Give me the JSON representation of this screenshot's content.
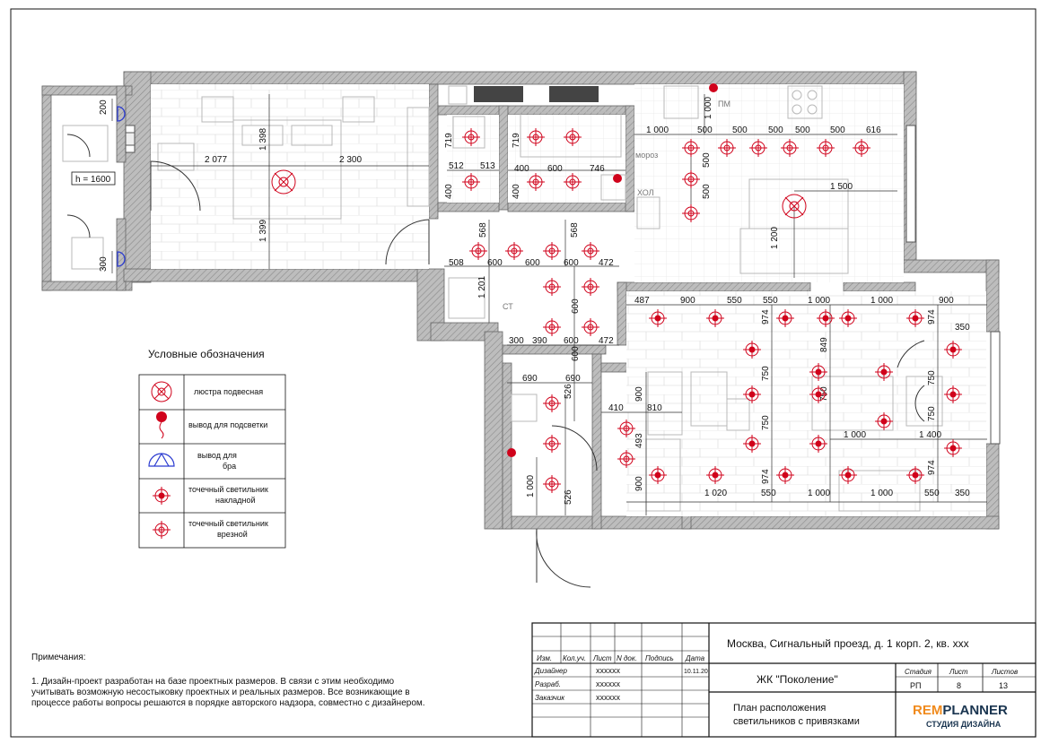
{
  "door_label": "h = 1600",
  "dims": {
    "d200": "200",
    "d300": "300",
    "d1398": "1 398",
    "d1399": "1 399",
    "d2077": "2 077",
    "d2300": "2 300",
    "d719a": "719",
    "d719b": "719",
    "d400a": "400",
    "d400b": "400",
    "d400c": "400",
    "d512": "512",
    "d513": "513",
    "d600a": "600",
    "d746": "746",
    "d1000top": "1 000",
    "d1000h": "1 000",
    "d500a": "500",
    "d500b": "500",
    "d500c": "500",
    "d500d": "500",
    "d500e": "500",
    "d616": "616",
    "d500v1": "500",
    "d500v2": "500",
    "d1500": "1 500",
    "d1200": "1 200",
    "d568a": "568",
    "d568b": "568",
    "d508": "508",
    "d600b": "600",
    "d600c": "600",
    "d600d": "600",
    "d472a": "472",
    "d1201": "1 201",
    "d300b": "300",
    "d390": "390",
    "d600e": "600",
    "d472b": "472",
    "d600v1": "600",
    "d600v2": "600",
    "d487": "487",
    "d900a": "900",
    "d550a": "550",
    "d550b": "550",
    "d1000a": "1 000",
    "d1000b": "1 000",
    "d900b": "900",
    "d974a": "974",
    "d974b": "974",
    "d849": "849",
    "d350a": "350",
    "d750a": "750",
    "d750b": "750",
    "d750c": "750",
    "d750d": "750",
    "d750e": "750",
    "d1000c": "1 000",
    "d1400": "1 400",
    "d974c": "974",
    "d974d": "974",
    "d1020": "1 020",
    "d550c": "550",
    "d1000d": "1 000",
    "d1000e": "1 000",
    "d550d": "550",
    "d350b": "350",
    "d690a": "690",
    "d690b": "690",
    "d526a": "526",
    "d526b": "526",
    "d1000v": "1 000",
    "d410": "410",
    "d810": "810",
    "d900c": "900",
    "d900d": "900",
    "d493": "493"
  },
  "labels": {
    "pm": "ПМ",
    "moroz": "мороз",
    "hol": "ХОЛ",
    "st": "СТ"
  },
  "legend": {
    "title": "Условные обозначения",
    "items": [
      {
        "icon": "pendant-chandelier-icon",
        "label": "люстра подвесная"
      },
      {
        "icon": "light-outlet-icon",
        "label": "вывод для подсветки"
      },
      {
        "icon": "wall-sconce-outlet-icon",
        "label": "вывод для\nбра"
      },
      {
        "icon": "surface-spotlight-icon",
        "label": "точечный светильник\nнакладной"
      },
      {
        "icon": "recessed-spotlight-icon",
        "label": "точечный светильник\nврезной"
      }
    ]
  },
  "notes": {
    "title": "Примечания:",
    "line1": "1. Дизайн-проект разработан на базе проектных размеров. В связи с этим необходимо",
    "line2": "учитывать возможную несостыковку проектных и реальных размеров. Все возникающие в",
    "line3": "процессе работы вопросы решаются в порядке авторского надзора, совместно с дизайнером."
  },
  "title_block": {
    "headers": {
      "izm": "Изм.",
      "koluch": "Кол.уч.",
      "list": "Лист",
      "ndok": "N док.",
      "podpis": "Подпись",
      "data": "Дата"
    },
    "rows": [
      {
        "role": "Дизайнер",
        "name": "xxxxxx",
        "date": "10.11.20"
      },
      {
        "role": "Разраб.",
        "name": "xxxxxx",
        "date": ""
      },
      {
        "role": "Заказчик",
        "name": "xxxxxx",
        "date": ""
      }
    ],
    "address": "Москва, Сигнальный проезд, д. 1 корп. 2, кв. xxx",
    "project": "ЖК \"Поколение\"",
    "stage_label": "Стадия",
    "stage": "РП",
    "sheet_label": "Лист",
    "sheet": "8",
    "sheets_label": "Листов",
    "sheets": "13",
    "drawing_title_1": "План расположения",
    "drawing_title_2": "светильников с привязками",
    "logo_main_1": "REM",
    "logo_main_2": "PLANNER",
    "logo_sub": "СТУДИЯ ДИЗАЙНА"
  },
  "colors": {
    "fixture": "#d0021b",
    "wall": "#9a9a9a",
    "sconce": "#2a3ad0",
    "logo_accent": "#f08a1c",
    "logo_dark": "#1a3550"
  }
}
